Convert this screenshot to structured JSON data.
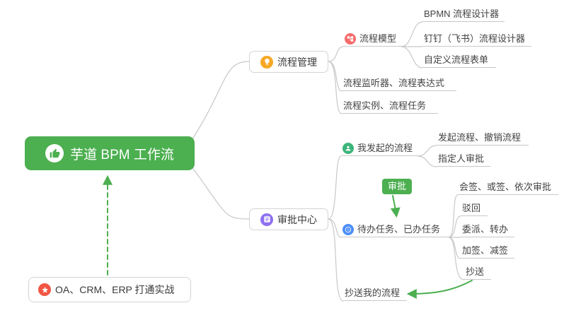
{
  "colors": {
    "brand_green": "#4caf50",
    "arrow_green": "#4caf50",
    "icon_orange": "#f7a824",
    "icon_red": "#f56c6c",
    "icon_purple": "#8e71f0",
    "icon_green": "#3cb57a",
    "icon_blue": "#4d8ef7",
    "icon_star_red": "#f25643"
  },
  "root": {
    "label": "芋道 BPM 工作流"
  },
  "branches": {
    "process_mgmt": {
      "label": "流程管理"
    },
    "process_model": {
      "label": "流程模型"
    },
    "bpmn_designer": {
      "label": "BPMN 流程设计器"
    },
    "dingtalk_designer": {
      "label": "钉钉（飞书）流程设计器"
    },
    "custom_form": {
      "label": "自定义流程表单"
    },
    "listener_expression": {
      "label": "流程监听器、流程表达式"
    },
    "instance_task": {
      "label": "流程实例、流程任务"
    },
    "approval_center": {
      "label": "审批中心"
    },
    "my_initiated": {
      "label": "我发起的流程"
    },
    "initiate_revoke": {
      "label": "发起流程、撤销流程"
    },
    "designated_approver": {
      "label": "指定人审批"
    },
    "approval_badge": {
      "label": "审批"
    },
    "todo_done": {
      "label": "待办任务、已办任务"
    },
    "countersign_orsign_sequential": {
      "label": "会签、或签、依次审批"
    },
    "reject": {
      "label": "驳回"
    },
    "delegate_transfer": {
      "label": "委派、转办"
    },
    "add_remove_sign": {
      "label": "加签、减签"
    },
    "cc": {
      "label": "抄送"
    },
    "cc_my_process": {
      "label": "抄送我的流程"
    },
    "integration": {
      "label": "OA、CRM、ERP 打通实战"
    }
  }
}
